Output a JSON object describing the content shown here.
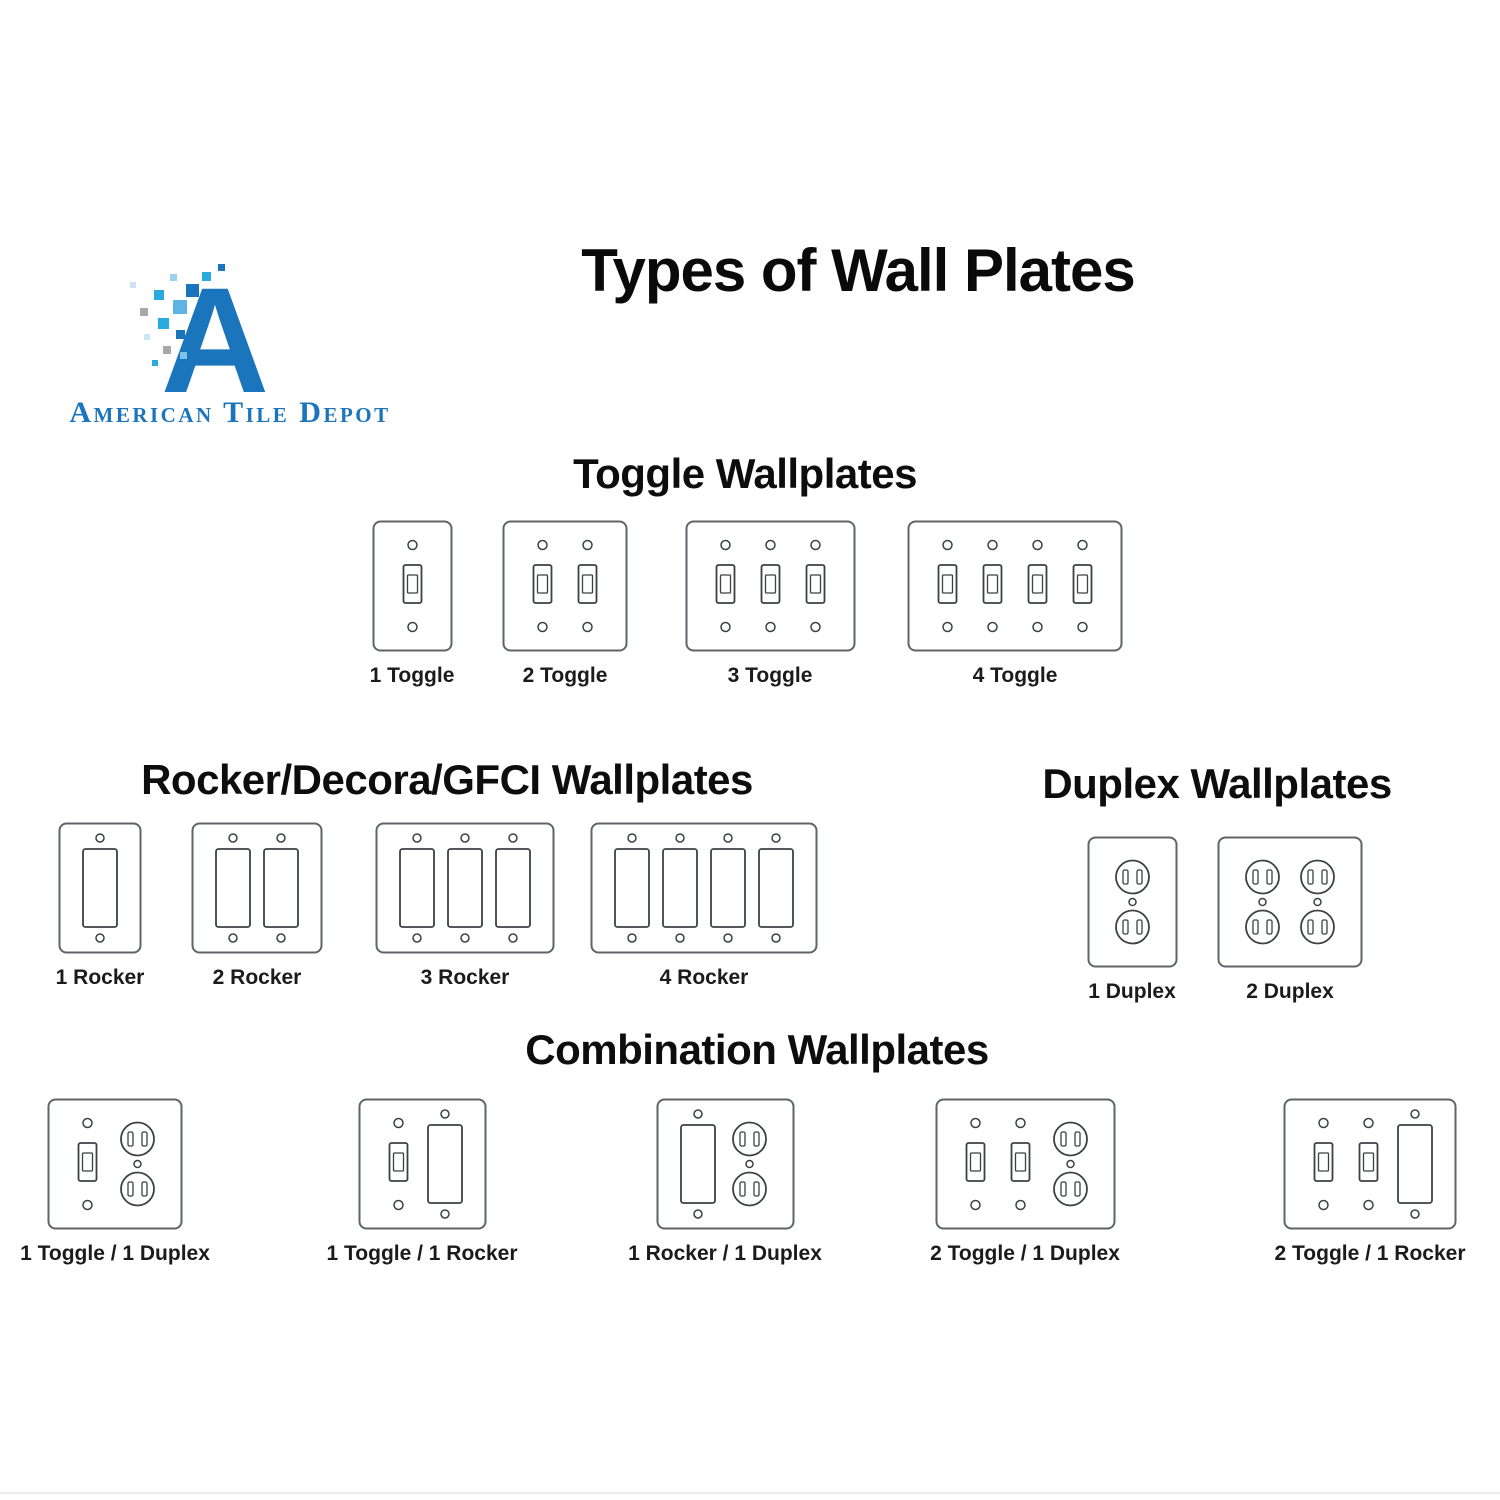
{
  "page": {
    "title": "Types of Wall Plates"
  },
  "logo": {
    "brand": "American Tile Depot",
    "letter": "A"
  },
  "colors": {
    "accent": "#1b75bc",
    "accent_light": "#29abe2",
    "grey_pixel": "#a6a8ab",
    "plate_border": "#5f6468",
    "plate_detail": "#3c4145",
    "text": "#111111"
  },
  "sections": [
    {
      "id": "toggle",
      "heading": "Toggle Wallplates",
      "plates": [
        {
          "label": "1 Toggle",
          "gangs": [
            "toggle"
          ]
        },
        {
          "label": "2 Toggle",
          "gangs": [
            "toggle",
            "toggle"
          ]
        },
        {
          "label": "3 Toggle",
          "gangs": [
            "toggle",
            "toggle",
            "toggle"
          ]
        },
        {
          "label": "4 Toggle",
          "gangs": [
            "toggle",
            "toggle",
            "toggle",
            "toggle"
          ]
        }
      ]
    },
    {
      "id": "rocker",
      "heading": "Rocker/Decora/GFCI Wallplates",
      "plates": [
        {
          "label": "1 Rocker",
          "gangs": [
            "rocker"
          ]
        },
        {
          "label": "2 Rocker",
          "gangs": [
            "rocker",
            "rocker"
          ]
        },
        {
          "label": "3 Rocker",
          "gangs": [
            "rocker",
            "rocker",
            "rocker"
          ]
        },
        {
          "label": "4 Rocker",
          "gangs": [
            "rocker",
            "rocker",
            "rocker",
            "rocker"
          ]
        }
      ]
    },
    {
      "id": "duplex",
      "heading": "Duplex Wallplates",
      "plates": [
        {
          "label": "1 Duplex",
          "gangs": [
            "duplex"
          ]
        },
        {
          "label": "2 Duplex",
          "gangs": [
            "duplex",
            "duplex"
          ]
        }
      ]
    },
    {
      "id": "combination",
      "heading": "Combination Wallplates",
      "plates": [
        {
          "label": "1 Toggle / 1 Duplex",
          "gangs": [
            "toggle",
            "duplex"
          ]
        },
        {
          "label": "1 Toggle / 1 Rocker",
          "gangs": [
            "toggle",
            "rocker"
          ]
        },
        {
          "label": "1 Rocker / 1 Duplex",
          "gangs": [
            "rocker",
            "duplex"
          ]
        },
        {
          "label": "2 Toggle / 1 Duplex",
          "gangs": [
            "toggle",
            "toggle",
            "duplex"
          ]
        },
        {
          "label": "2 Toggle / 1 Rocker",
          "gangs": [
            "toggle",
            "toggle",
            "rocker"
          ]
        }
      ]
    }
  ]
}
